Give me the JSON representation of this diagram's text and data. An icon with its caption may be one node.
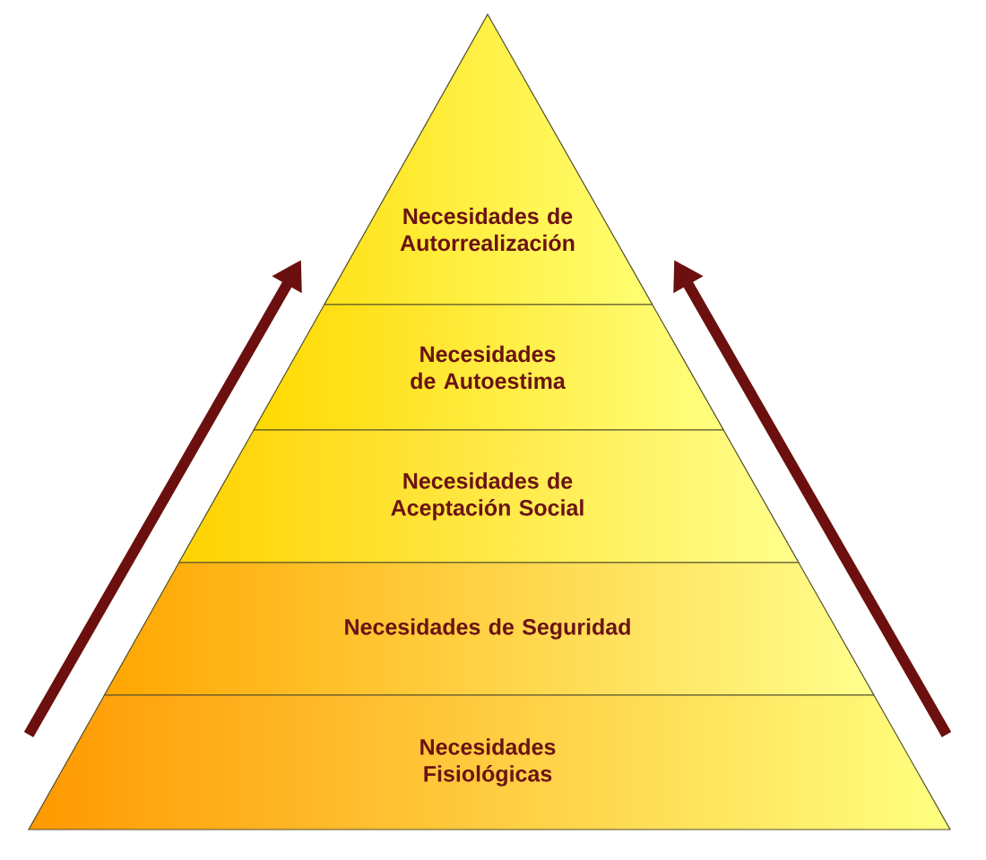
{
  "diagram": {
    "nodes": [
      {
        "text": [
          "Necesidades de Autorrealización"
        ]
      },
      {
        "text": [
          "Necesidades de Autoestima"
        ]
      },
      {
        "text": [
          "Necesidades de Aceptación Social"
        ]
      },
      {
        "text": [
          "Necesidades de Seguridad"
        ]
      },
      {
        "text": [
          "Necesidades Fisiológicas"
        ]
      }
    ]
  }
}
